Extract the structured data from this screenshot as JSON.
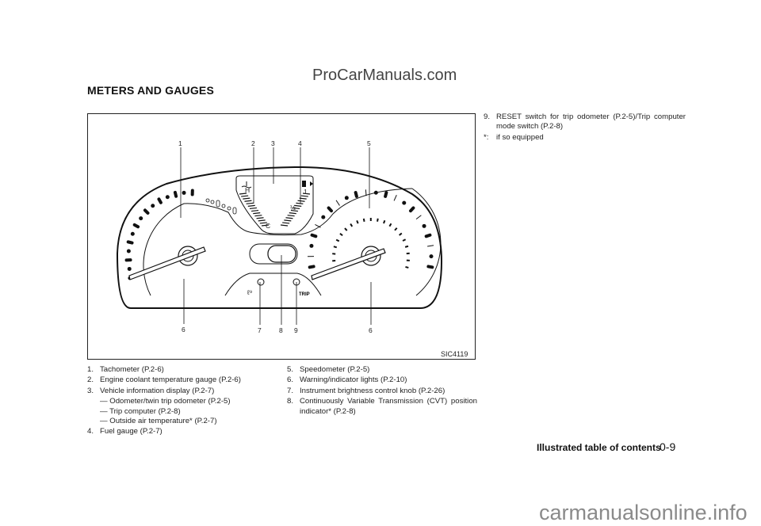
{
  "watermark_top": "ProCarManuals.com",
  "heading": "METERS AND GAUGES",
  "figure": {
    "code": "SIC4119",
    "callouts": [
      "1",
      "2",
      "3",
      "4",
      "5",
      "6",
      "7",
      "8",
      "9",
      "6"
    ],
    "gauge_letters": {
      "hot": "H",
      "cold": "C",
      "half": "½",
      "full": "1",
      "trip": "TRIP"
    }
  },
  "items_left": [
    {
      "num": "1.",
      "text": "Tachometer (P.2-6)"
    },
    {
      "num": "2.",
      "text": "Engine coolant temperature gauge (P.2-6)"
    },
    {
      "num": "3.",
      "text": "Vehicle information display (P.2-7)",
      "subs": [
        "— Odometer/twin trip odometer (P.2-5)",
        "— Trip computer (P.2-8)",
        "— Outside air temperature* (P.2-7)"
      ]
    },
    {
      "num": "4.",
      "text": "Fuel gauge (P.2-7)"
    }
  ],
  "items_right": [
    {
      "num": "5.",
      "text": "Speedometer (P.2-5)"
    },
    {
      "num": "6.",
      "text": "Warning/indicator lights (P.2-10)"
    },
    {
      "num": "7.",
      "text": "Instrument brightness control knob (P.2-26)"
    },
    {
      "num": "8.",
      "text": "Continuously Variable Transmission (CVT) position indicator* (P.2-8)"
    }
  ],
  "items_far": [
    {
      "num": "9.",
      "text": "RESET switch for trip odometer (P.2-5)/Trip computer mode switch (P.2-8)"
    },
    {
      "num": "*:",
      "text": "if so equipped"
    }
  ],
  "footer": {
    "section": "Illustrated table of contents",
    "page": "0-9"
  },
  "watermark_bottom": "carmanualsonline.info"
}
